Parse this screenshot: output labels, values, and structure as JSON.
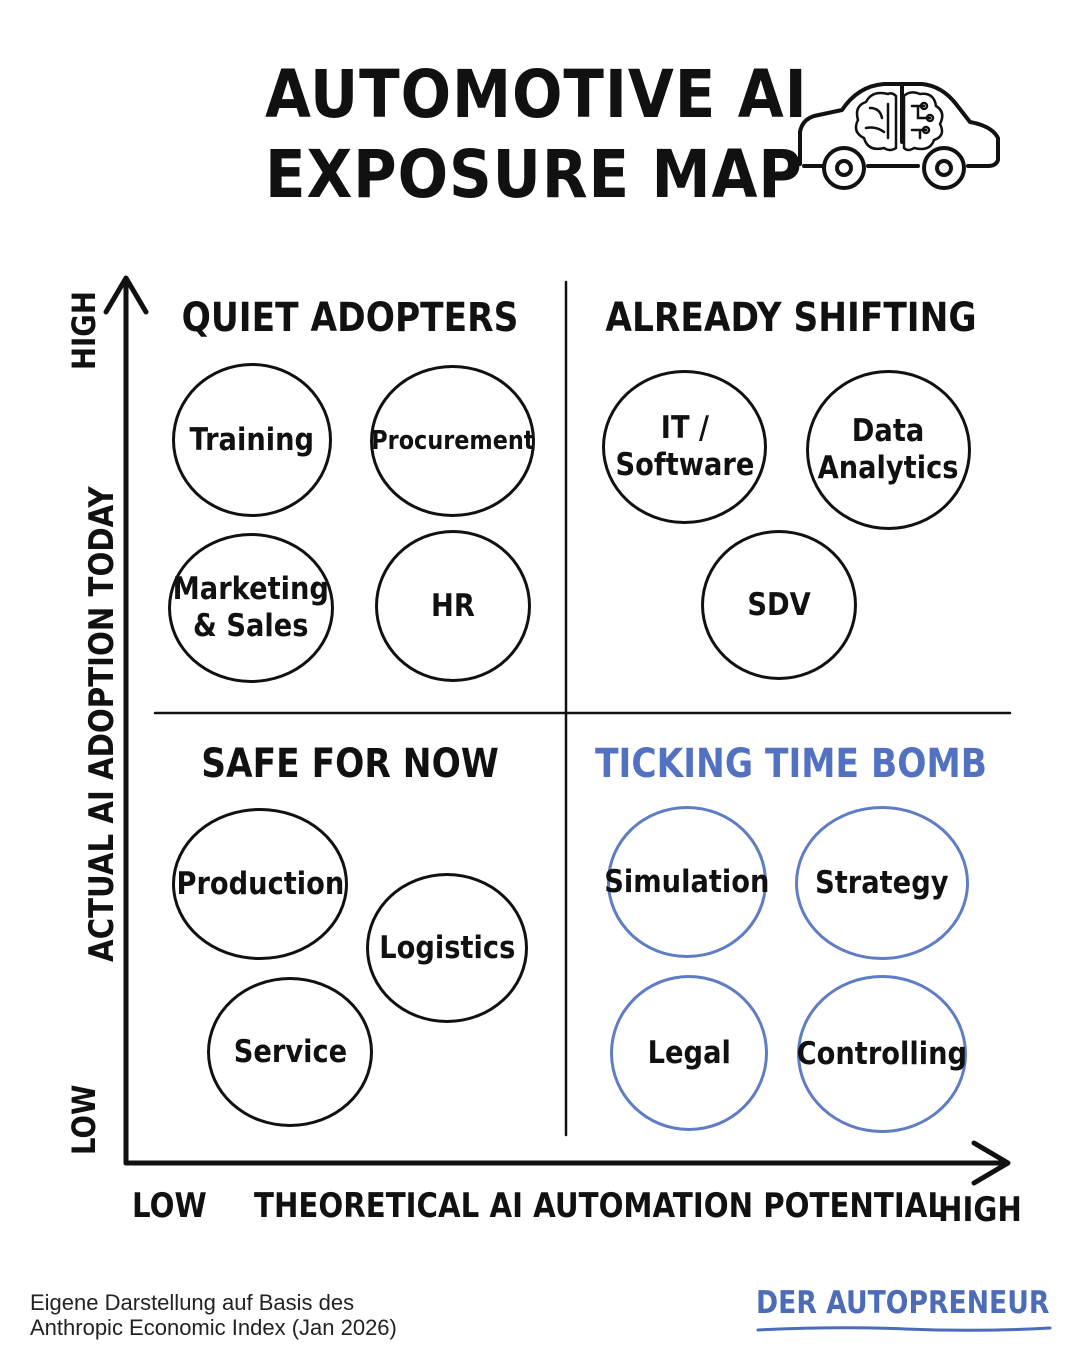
{
  "title": {
    "line1": "AUTOMOTIVE AI",
    "line2": "EXPOSURE MAP"
  },
  "header_icon": "car-with-brain-icon",
  "quadrants": {
    "top_left": {
      "title": "QUIET ADOPTERS",
      "items": [
        "Training",
        "Procurement",
        "Marketing\n& Sales",
        "HR"
      ]
    },
    "top_right": {
      "title": "ALREADY SHIFTING",
      "items": [
        "IT /\nSoftware",
        "Data\nAnalytics",
        "SDV"
      ]
    },
    "bottom_left": {
      "title": "SAFE FOR NOW",
      "items": [
        "Production",
        "Logistics",
        "Service"
      ]
    },
    "bottom_right": {
      "title": "TICKING TIME BOMB",
      "items": [
        "Simulation",
        "Strategy",
        "Legal",
        "Controlling"
      ]
    }
  },
  "axes": {
    "y_label": "ACTUAL AI ADOPTION TODAY",
    "y_high": "HIGH",
    "y_low": "LOW",
    "x_label": "THEORETICAL AI AUTOMATION POTENTIAL",
    "x_low": "LOW",
    "x_high": "HIGH"
  },
  "footer": {
    "source_line1": "Eigene Darstellung auf Basis des",
    "source_line2": "Anthropic Economic Index (Jan 2026)",
    "brand": "DER AUTOPRENEUR"
  },
  "colors": {
    "ink": "#111111",
    "accent_blue": "#5271c0"
  }
}
